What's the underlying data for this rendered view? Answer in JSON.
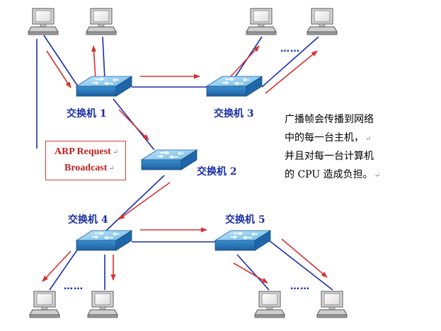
{
  "switches": [
    {
      "id": "sw1",
      "label": "交换机 1"
    },
    {
      "id": "sw2",
      "label": "交换机 2"
    },
    {
      "id": "sw3",
      "label": "交换机 3"
    },
    {
      "id": "sw4",
      "label": "交换机 4"
    },
    {
      "id": "sw5",
      "label": "交换机 5"
    }
  ],
  "arp_box": {
    "line1": "ARP Request",
    "line2": "Broadcast",
    "mark": "↵"
  },
  "ellipsis": "……",
  "note": {
    "line1": "广播帧会传播到网络",
    "line2": "中的每一台主机，",
    "line3": "并且对每一台计算机",
    "line4": "的 CPU 造成负担。",
    "mark": "↵"
  },
  "colors": {
    "link": "#1a2ea8",
    "arrow": "#d83030",
    "switch_top": "#8fd0f0",
    "switch_side": "#2f7fc0"
  }
}
